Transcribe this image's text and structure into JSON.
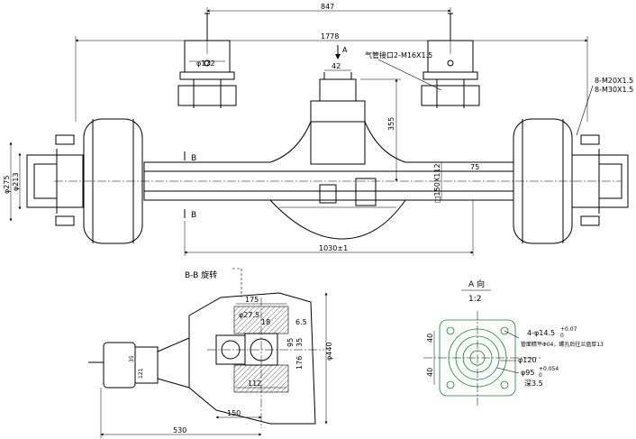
{
  "front_view": {
    "dim_overall_847": "847",
    "dim_overall_1778": "1778",
    "dim_phi172": "φ172",
    "dim_42": "42",
    "arrow_A": "A",
    "air_port": "气管接口2-M16X1.5",
    "bolt_top": "8-M20X1.5",
    "bolt_bot": "8-M30X1.5",
    "dim_355": "355",
    "dim_150x112": "□150X112",
    "dim_75": "75",
    "dim_phi275": "φ275",
    "dim_phi213": "φ213",
    "section_B_top": "B",
    "section_B_bot": "B",
    "dim_1030": "1030±1"
  },
  "section_view": {
    "title": "B-B  旋转",
    "dim_175": "175",
    "dim_phi275": "φ27.5",
    "dim_18": "18",
    "dim_65": "6.5",
    "dim_95": "95",
    "dim_35": "35",
    "dim_phi440": "φ440",
    "dim_176": "176",
    "dim_112": "112",
    "dim_35b": "35",
    "dim_121": "121",
    "dim_150": "150",
    "dim_530": "530"
  },
  "view_A": {
    "title": "A 向",
    "scale": "1:2",
    "dim_40_top": "40",
    "dim_40_bot": "40",
    "holes": "4-φ14.5",
    "holes_tol": "+0.07",
    "holes_tol2": "0",
    "note": "管面精平Φ04，螺孔后往兰盘厚13",
    "dim_phi120": "φ120",
    "dim_phi95": "φ95",
    "dim_phi95_tol": "+0.054",
    "dim_phi95_tol2": "0",
    "depth": "深3.5"
  }
}
